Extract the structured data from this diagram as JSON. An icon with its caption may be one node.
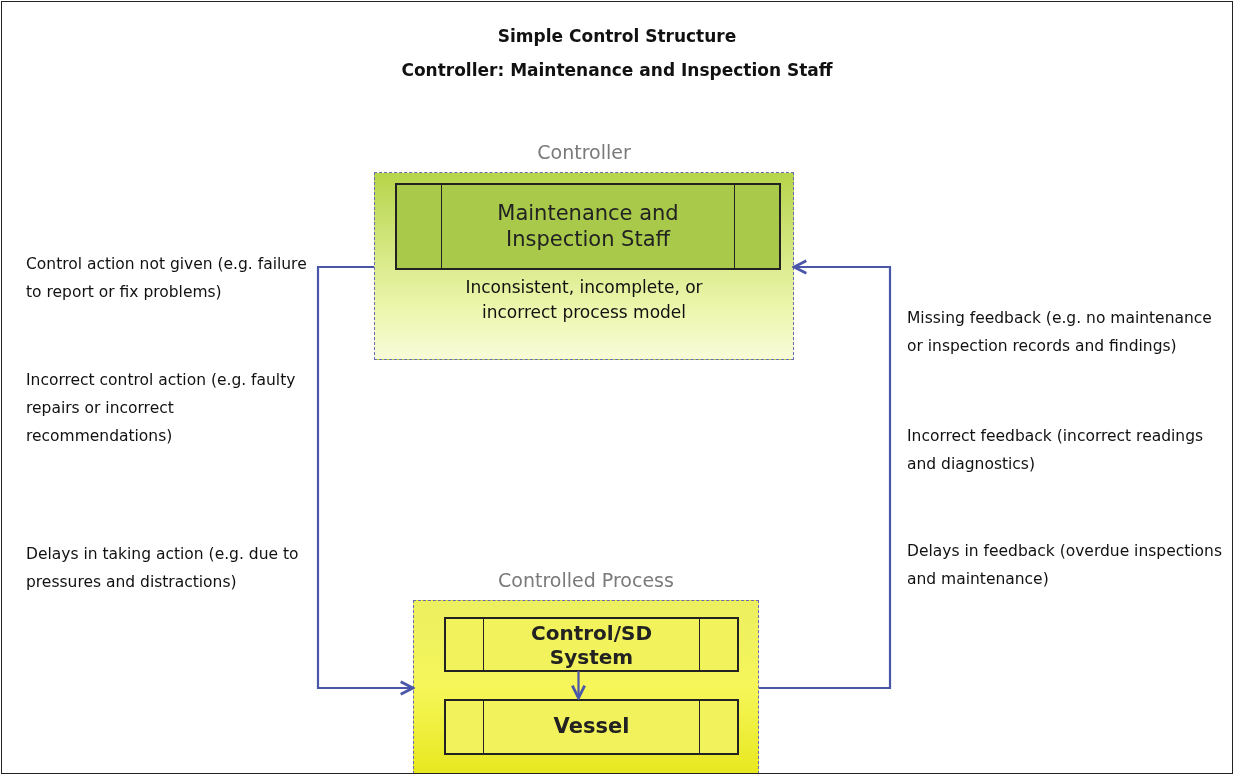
{
  "diagram": {
    "title": "Simple Control Structure",
    "nodes": [
      {
        "text": [
          "Controller",
          "Inconsistent, incomplete, or incorrect process model"
        ]
      },
      {
        "text": [
          "Maintenance and Inspection Staff"
        ],
        "in": 0
      },
      {
        "text": [
          "Controlled Process"
        ]
      },
      {
        "text": [
          "Control/SD System"
        ],
        "in": 2
      },
      {
        "text": [
          "Vessel"
        ],
        "in": 2
      }
    ],
    "edges": [
      {
        "from": 0,
        "to": 2,
        "arrow": "to"
      },
      {
        "from": 2,
        "to": 0,
        "arrow": "to"
      },
      {
        "from": 3,
        "to": 4,
        "arrow": "to"
      }
    ],
    "labels": [
      "Controller: Maintenance and Inspection Staff",
      "Control action not given (e.g. failure to report or fix problems)",
      "Incorrect control action (e.g. faulty repairs or incorrect recommendations)",
      "Delays in taking action (e.g. due to pressures and distractions)",
      "Missing feedback (e.g. no maintenance or inspection records and findings)",
      "Incorrect feedback (incorrect readings and diagnostics)",
      "Delays in feedback (overdue inspections and maintenance)"
    ]
  }
}
